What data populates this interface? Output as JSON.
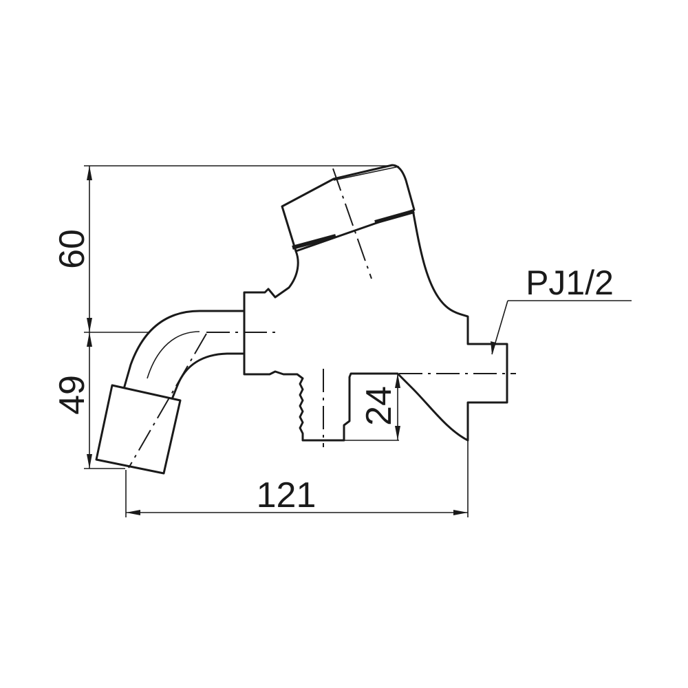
{
  "drawing": {
    "dimensions": {
      "height_upper": "60",
      "height_lower": "49",
      "length": "121",
      "outlet_depth": "24"
    },
    "thread_label": "PJ1/2",
    "colors": {
      "line": "#1a1a1a",
      "background": "#ffffff"
    }
  }
}
